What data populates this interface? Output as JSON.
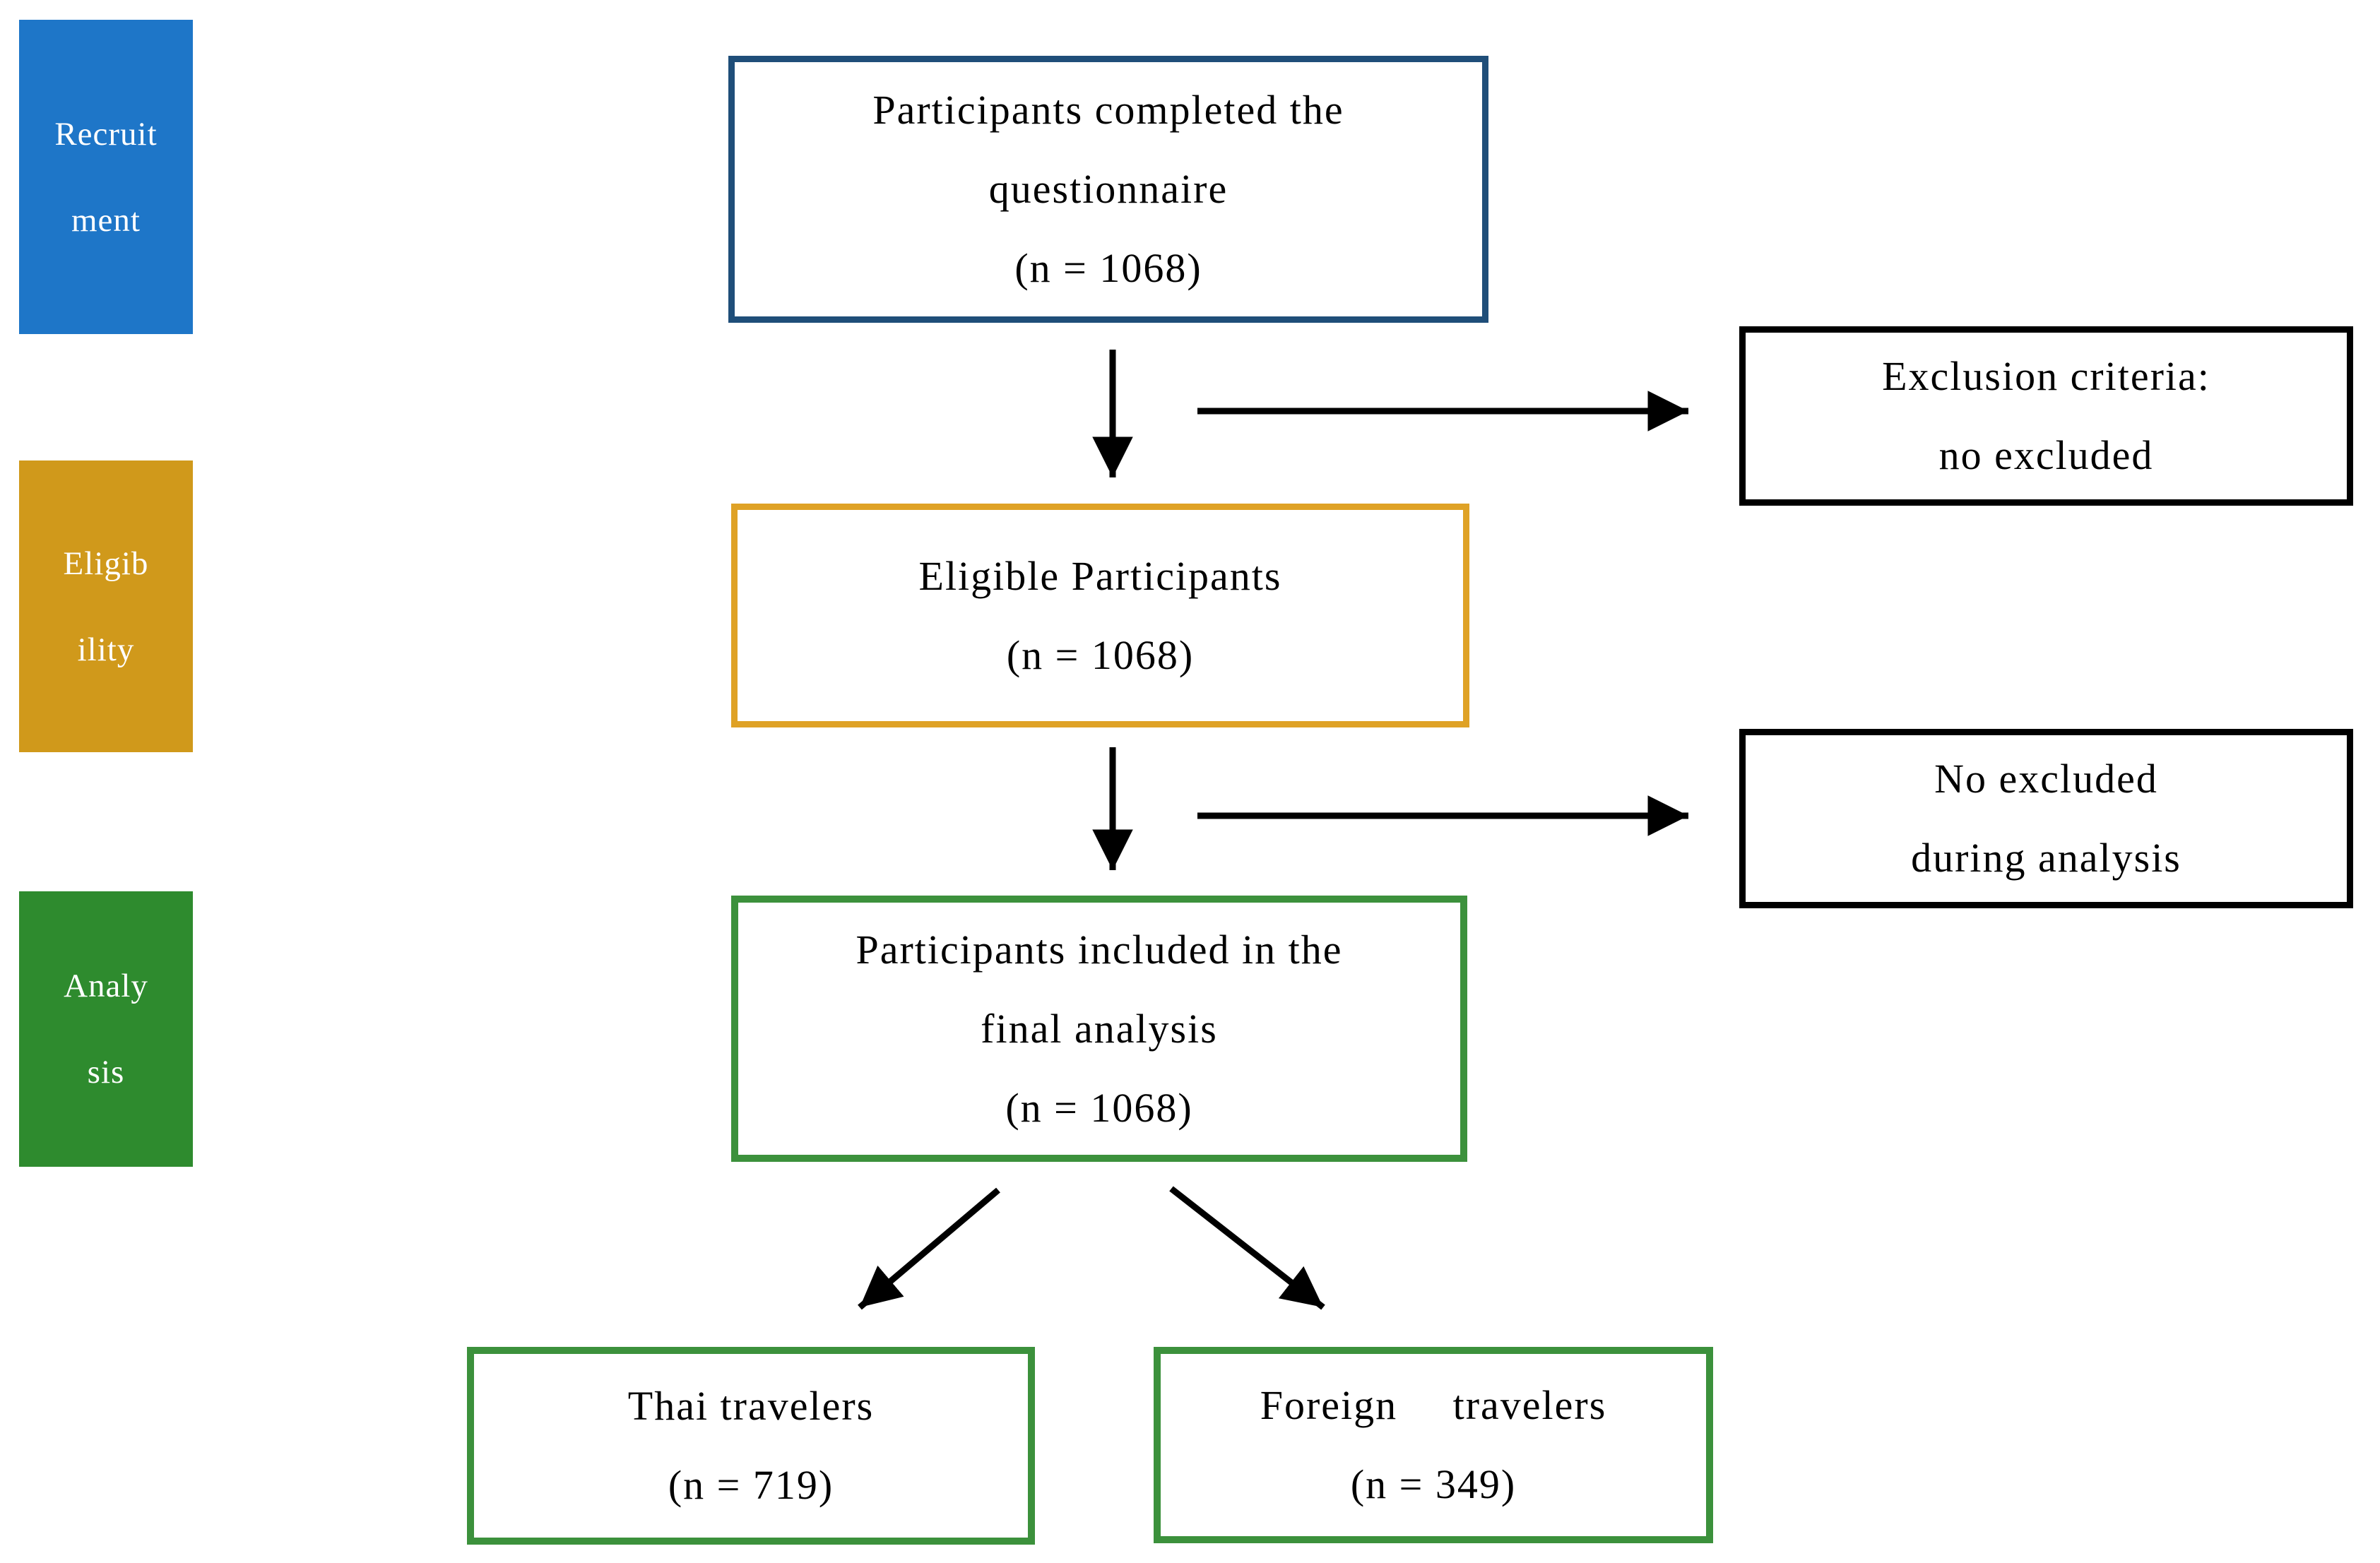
{
  "colors": {
    "recruitment_blue": "#1E76C8",
    "eligibility_gold": "#D0991B",
    "analysis_green": "#2E8B2E",
    "questionnaire_border_navy": "#1F4E79",
    "eligible_border_gold": "#DFA226",
    "analysis_border_green": "#3C913C",
    "side_box_border_black": "#000000"
  },
  "stages": {
    "recruitment": {
      "lines": [
        "Recruit",
        "ment"
      ]
    },
    "eligibility": {
      "lines": [
        "Eligib",
        "ility"
      ]
    },
    "analysis": {
      "lines": [
        "Analy",
        "sis"
      ]
    }
  },
  "nodes": {
    "questionnaire": {
      "lines": [
        "Participants completed the",
        "questionnaire",
        "(n = 1068)"
      ]
    },
    "eligible": {
      "lines": [
        "Eligible Participants",
        "(n = 1068)"
      ]
    },
    "final_analysis": {
      "lines": [
        "Participants included in the",
        "final analysis",
        "(n = 1068)"
      ]
    },
    "thai_travelers": {
      "lines": [
        "Thai travelers",
        "(n = 719)"
      ]
    },
    "foreign_travelers": {
      "lines": [
        "Foreign travelers",
        "(n = 349)"
      ]
    },
    "exclusion": {
      "lines": [
        "Exclusion criteria:",
        "no excluded"
      ]
    },
    "no_excluded": {
      "lines": [
        "No excluded",
        "during analysis"
      ]
    }
  }
}
